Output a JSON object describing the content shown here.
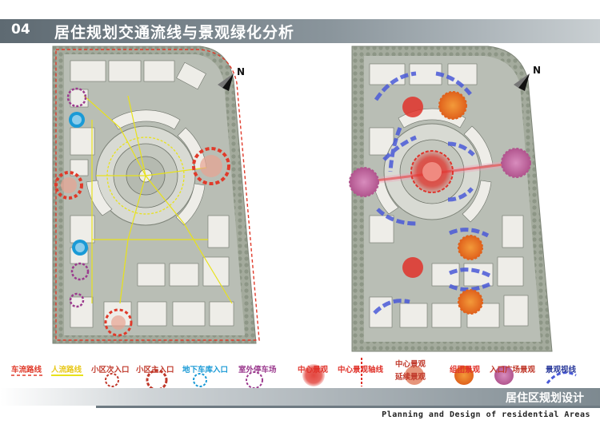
{
  "header": {
    "number": "04",
    "title": "居住规划交通流线与景观绿化分析"
  },
  "north_label": "N",
  "legend_left": [
    {
      "label": "车流路线",
      "color": "#e03a2a"
    },
    {
      "label": "人流路线",
      "color": "#e8e21a"
    },
    {
      "label": "小区次入口",
      "color": "#c0392b"
    },
    {
      "label": "小区主入口",
      "color": "#c0392b"
    },
    {
      "label": "地下车库入口",
      "color": "#1a9ad6"
    },
    {
      "label": "室外停车场",
      "color": "#9b3a8e"
    }
  ],
  "legend_right": [
    {
      "label": "中心景观",
      "color": "#e0322a"
    },
    {
      "label": "中心景观轴线",
      "color": "#e0322a"
    },
    {
      "label": "中心景观",
      "color": "#c0392b"
    },
    {
      "label": "延续景观",
      "color": "#c0392b"
    },
    {
      "label": "组团景观",
      "color": "#e0322a"
    },
    {
      "label": "入口广场景观",
      "color": "#c0392b"
    },
    {
      "label": "景观视线",
      "color": "#2a3a9b"
    }
  ],
  "footer": {
    "title_cn": "居住区规划设计",
    "title_en": "Planning and Design of residential Areas"
  },
  "colors": {
    "header_bg": "#7d8990",
    "site_bg": "#b8bdb4",
    "building": "#ecebe6",
    "green": "#9aa593",
    "vehicle_route": "#e03a2a",
    "pedestrian_route": "#e8e21a",
    "sight_line": "#4a5ad8",
    "center_landscape": "#e0322a",
    "group_landscape": "#ef7a2a",
    "entry_plaza": "#c56aa4"
  }
}
